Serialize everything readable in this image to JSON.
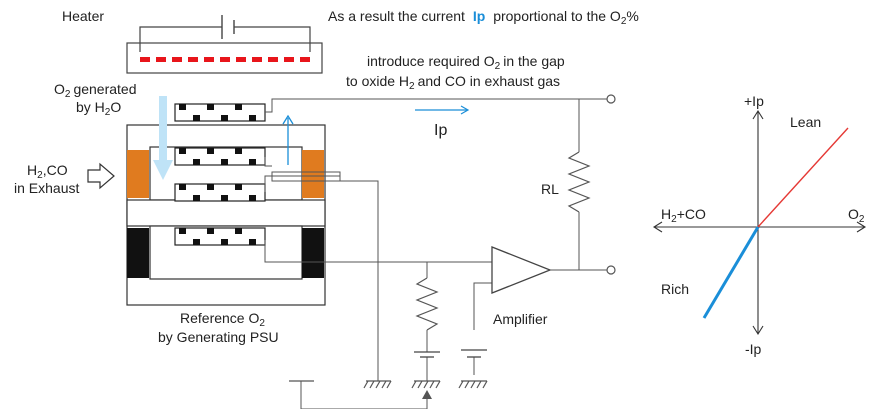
{
  "labels": {
    "heater": "Heater",
    "title_pre": "As a result the current",
    "title_ip": "Ip",
    "title_post_a": "proportional to the O",
    "title_post_sub": "2",
    "title_post_b": "%",
    "intro_line1_a": "introduce required O",
    "intro_line1_sub": "2",
    "intro_line1_b": "in the gap",
    "intro_line2_a": "to oxide H",
    "intro_line2_sub": "2",
    "intro_line2_b": "and CO in exhaust gas",
    "o2gen_line1_a": "O",
    "o2gen_line1_sub": "2",
    "o2gen_line1_b": "generated",
    "o2gen_line2_a": "by H",
    "o2gen_line2_sub": "2",
    "o2gen_line2_b": "O",
    "exhaust_line1_a": "H",
    "exhaust_line1_sub": "2",
    "exhaust_line1_b": ",CO",
    "exhaust_line2": "in Exhaust",
    "ip": "Ip",
    "rl": "RL",
    "amplifier": "Amplifier",
    "ref_line1_a": "Reference O",
    "ref_line1_sub": "2",
    "ref_line2": "by Generating PSU"
  },
  "graph": {
    "plus_ip": "+Ip",
    "minus_ip": "-Ip",
    "x_left_a": "H",
    "x_left_sub": "2",
    "x_left_b": "+CO",
    "x_right_a": "O",
    "x_right_sub": "2",
    "lean": "Lean",
    "rich": "Rich",
    "lean_color": "#e53935",
    "rich_color": "#1a8ed8"
  },
  "colors": {
    "heater_element": "#e8151b",
    "seal_orange": "#e07b1f",
    "flow_arrow": "#bfe3f7",
    "ip_arrow": "#1a8ed8"
  }
}
